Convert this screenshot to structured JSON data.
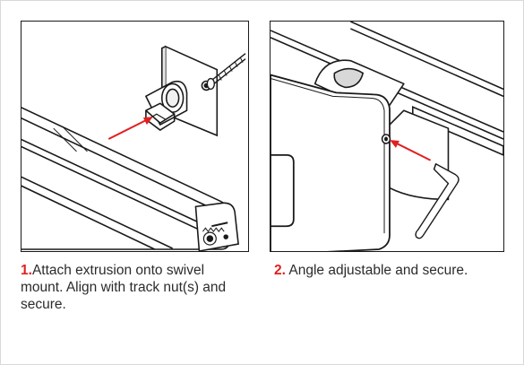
{
  "steps": [
    {
      "number": "1.",
      "text": "Attach extrusion onto swivel mount. Align with track nut(s) and secure."
    },
    {
      "number": "2.",
      "text": "Angle adjustable and secure."
    }
  ],
  "colors": {
    "accent": "#e02020",
    "line": "#1a1a1a",
    "text": "#2b2b2b",
    "frame": "#d9d9d9"
  },
  "icons": [
    "swivel-mount-illustration",
    "screw-icon",
    "allen-key-icon",
    "direction-arrow-icon"
  ]
}
